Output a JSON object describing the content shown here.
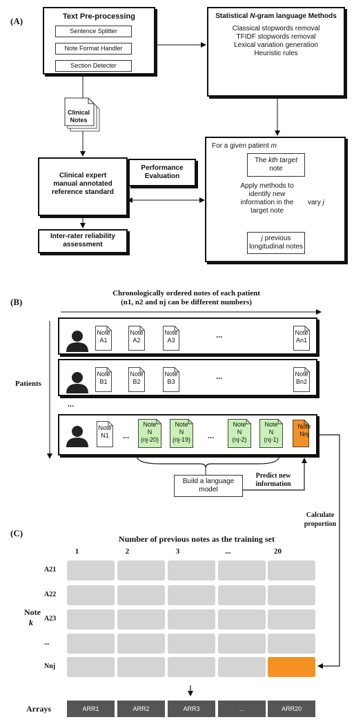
{
  "panel_a": {
    "label": "(A)",
    "preprocessing": {
      "title": "Text Pre-processing",
      "steps": [
        "Sentence Splitter",
        "Note Format Handler",
        "Section Detecter"
      ]
    },
    "statistical": {
      "title_pre": "Statistical ",
      "title_n": "N",
      "title_post": "-gram language Methods",
      "items": [
        "Classical stopwords removal",
        "TFIDF stopwords removal",
        "Lexical variation generation",
        "Heuristic rules"
      ]
    },
    "clinical_notes": [
      "Clinical",
      "Notes"
    ],
    "performance": [
      "Performance",
      "Evaluation"
    ],
    "expert": [
      "Clinical expert",
      "manual annotated",
      "reference standard"
    ],
    "irr": [
      "Inter-rater reliability",
      "assessment"
    ],
    "patient_box": {
      "title_pre": "For a given patient ",
      "title_m": "m",
      "target": {
        "l1_pre": "The ",
        "l1_em": "kth target",
        "l2": "note"
      },
      "apply": [
        "Apply methods to",
        "identify new",
        "information in the",
        "target note"
      ],
      "previous": {
        "l1_em": "j",
        "l1_post": " previous",
        "l2": "longitudinal notes"
      },
      "vary_pre": "vary ",
      "vary_em": "j"
    }
  },
  "panel_b": {
    "label": "(B)",
    "title": "Chronologically ordered notes of each patient",
    "subtitle": "(n1, n2 and nj can be different numbers)",
    "patients_label": "Patients",
    "ellipsis": "...",
    "rows": [
      {
        "notes": [
          [
            "Note",
            "A1"
          ],
          [
            "Note",
            "A2"
          ],
          [
            "Note",
            "A3"
          ]
        ],
        "last": [
          "Note",
          "An1"
        ]
      },
      {
        "notes": [
          [
            "Note",
            "B1"
          ],
          [
            "Note",
            "B2"
          ],
          [
            "Note",
            "B3"
          ]
        ],
        "last": [
          "Note",
          "Bn2"
        ]
      }
    ],
    "last_row": {
      "first": [
        "Note",
        "N1"
      ],
      "green_a": [
        [
          "Note",
          "N",
          "(nj-20)"
        ],
        [
          "Note",
          "N",
          "(nj-19)"
        ]
      ],
      "green_b": [
        [
          "Note",
          "N",
          "(nj-2)"
        ],
        [
          "Note",
          "N",
          "(nj-1)"
        ]
      ],
      "target": [
        "Note",
        "Nnj"
      ]
    },
    "build_model": [
      "Build a language",
      "model"
    ],
    "predict": [
      "Predict new",
      "information"
    ],
    "calculate": [
      "Calculate",
      "proportion"
    ],
    "colors": {
      "green": "#c9f0b6",
      "orange": "#f39222"
    }
  },
  "panel_c": {
    "label": "(C)",
    "title": "Number of previous notes as the training set",
    "columns": [
      "1",
      "2",
      "3",
      "...",
      "20"
    ],
    "rows": [
      "A21",
      "A22",
      "A23",
      "...",
      "Nnj"
    ],
    "note_label": "Note",
    "k_label": "k",
    "arrays_label": "Arrays",
    "arrays": [
      "ARR1",
      "ARR2",
      "ARR3",
      "...",
      "ARR20"
    ],
    "colors": {
      "cell": "#d4d4d4",
      "highlight": "#f39222",
      "array": "#555555"
    }
  }
}
